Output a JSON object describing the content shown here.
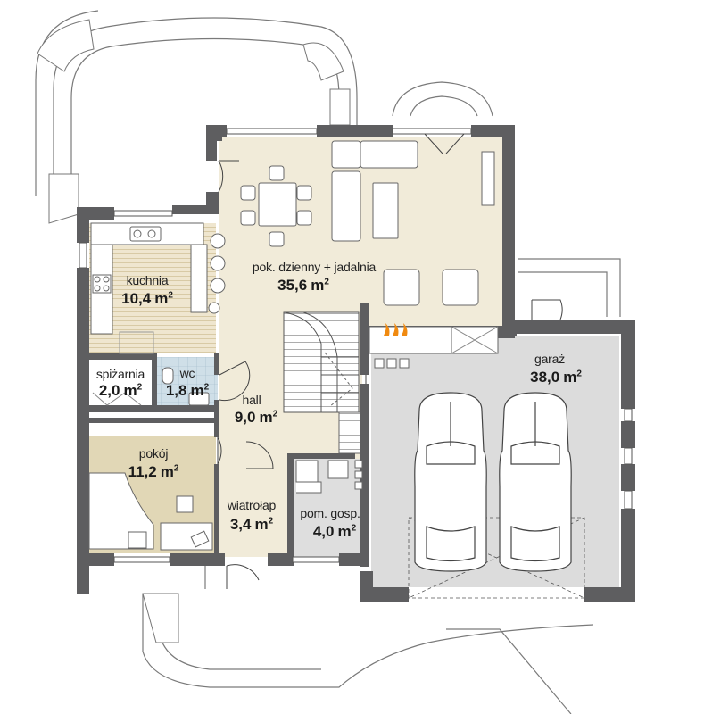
{
  "rooms": {
    "living": {
      "name": "pok. dzienny + jadalnia",
      "area": "35,6"
    },
    "kitchen": {
      "name": "kuchnia",
      "area": "10,4"
    },
    "pantry": {
      "name": "spiżarnia",
      "area": "2,0"
    },
    "wc": {
      "name": "wc",
      "area": "1,8"
    },
    "hall": {
      "name": "hall",
      "area": "9,0"
    },
    "room": {
      "name": "pokój",
      "area": "11,2"
    },
    "vestibule": {
      "name": "wiatrołap",
      "area": "3,4"
    },
    "utility": {
      "name": "pom. gosp.",
      "area": "4,0"
    },
    "garage": {
      "name": "garaż",
      "area": "38,0"
    }
  },
  "unit": "m",
  "unit_exp": "2",
  "colors": {
    "wall": "#5e5e60",
    "living_floor": "#f1ebd9",
    "room_floor": "#e1d7b6",
    "tile_floor": "#cfdfe8",
    "garage_floor": "#dcdcdc",
    "fireplace": "#f08a10"
  }
}
